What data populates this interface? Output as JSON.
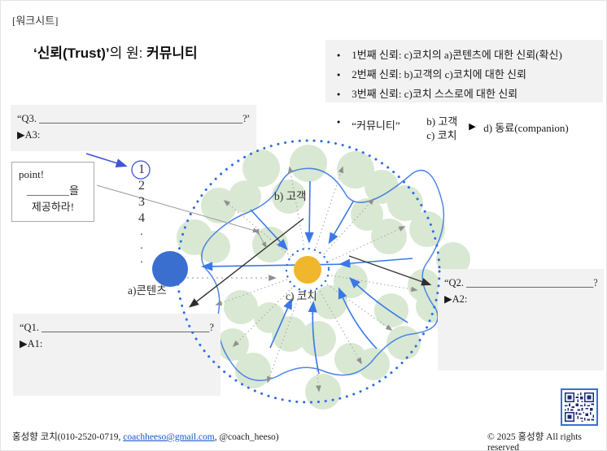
{
  "page": {
    "tag": "[워크시트]"
  },
  "title": {
    "part1": "‘신뢰(Trust)’",
    "part2": "의 원: ",
    "part3": "커뮤니티"
  },
  "glyphs": {
    "bullet": "●",
    "marker": "▶"
  },
  "trust_box": {
    "items": [
      "1번째 신뢰: c)코치의 a)콘텐츠에 대한 신뢰(확신)",
      "2번째 신뢰: b)고객의 c)코치에 대한 신뢰",
      "3번째 신뢰: c)코치 스스로에 대한 신뢰"
    ]
  },
  "community": {
    "label": "“커뮤니티”",
    "customer": "b) 고객",
    "coach": "c) 코치",
    "marker": "▶",
    "companion": "d) 동료(companion)"
  },
  "point_box": {
    "line1": "point!",
    "line2": "________을",
    "line3": "제공하라!"
  },
  "steps": {
    "list": [
      "1",
      "2",
      "3",
      "4"
    ],
    "dots": [
      "·",
      "·",
      "·"
    ]
  },
  "diagram": {
    "label_customer": "b) 고객",
    "label_coach": "c) 코치",
    "label_content": "a)콘텐츠",
    "colors": {
      "boundary_blue": "#2e6be4",
      "green": "#d9e8d2",
      "coach_yellow": "#f0b62c",
      "content_blue": "#3a6fd0",
      "arrow_blue": "#3b78e7",
      "gray": "#9e9e9e",
      "dark": "#2a2a2a",
      "box_bg": "#f2f2f2",
      "link": "#1155cc",
      "indigo": "#4153d8"
    }
  },
  "questions": {
    "q3": {
      "q": "“Q3. ________________________________________?”",
      "a": "▶A3:"
    },
    "q2": {
      "q": "“Q2. _________________________?”",
      "a": "▶A2:"
    },
    "q1": {
      "q": "“Q1. _________________________________?”",
      "a": "▶A1:"
    }
  },
  "footer": {
    "left_prefix": "홍성향 코치(010-2520-0719, ",
    "email": "coachheeso@gmail.com",
    "left_suffix": ", @coach_heeso)",
    "right": "© 2025 홍성향 All rights reserved"
  }
}
